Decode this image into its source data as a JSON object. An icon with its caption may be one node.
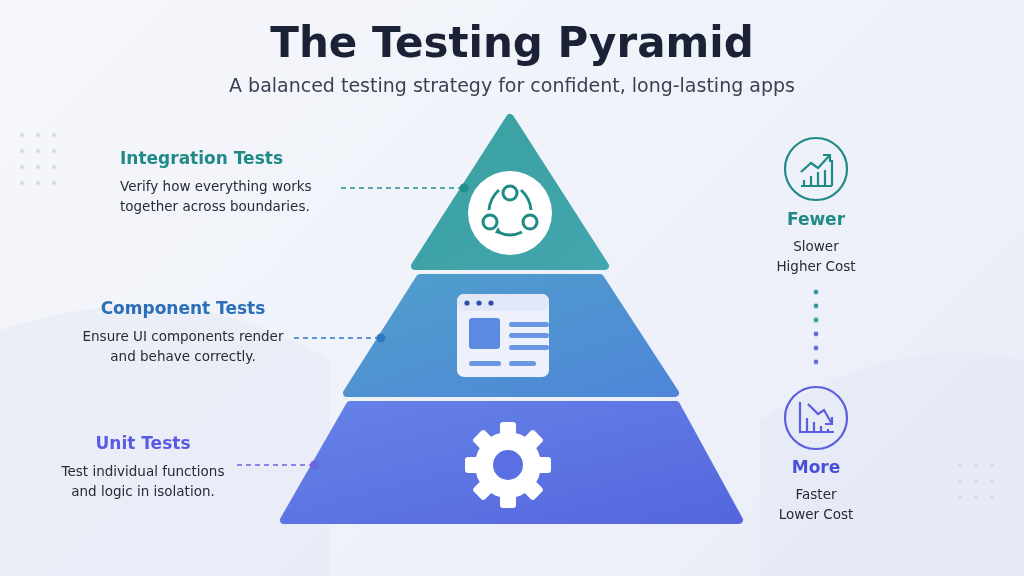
{
  "diagram": {
    "title": "The Testing Pyramid",
    "caption": "A balanced testing strategy for confident, long-lasting apps",
    "nodes": [
      {
        "text": [
          "Integration Tests",
          "Verify how everything works together across boundaries."
        ]
      },
      {
        "text": [],
        "shape": "triangle"
      },
      {
        "text": [
          "Component Tests",
          "Ensure UI components render and behave correctly."
        ]
      },
      {
        "text": [],
        "shape": "trapezoid"
      },
      {
        "text": [
          "Unit Tests",
          "Test individual functions and logic in isolation."
        ]
      },
      {
        "text": [],
        "shape": "trapezoid"
      }
    ],
    "edges": [
      {
        "from": 0,
        "to": 1,
        "arrow": "other",
        "style": "dashed",
        "color": "#23908c"
      },
      {
        "from": 2,
        "to": 3,
        "arrow": "other",
        "style": "dashed",
        "color": "#2f78c4"
      },
      {
        "from": 4,
        "to": 5,
        "arrow": "other",
        "style": "dashed",
        "color": "#6a66e0"
      }
    ],
    "labels": [
      "Fewer",
      "Slower Higher Cost",
      "More",
      "Faster Lower Cost"
    ]
  }
}
